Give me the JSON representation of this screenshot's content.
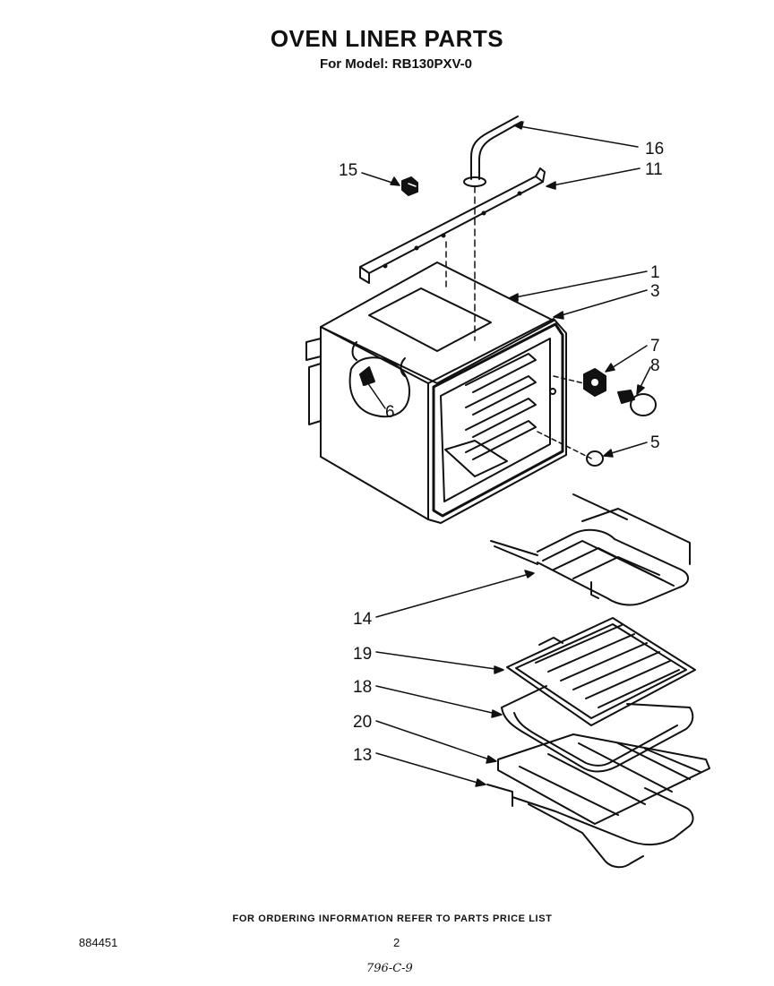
{
  "header": {
    "title": "OVEN LINER PARTS",
    "model_line": "For Model: RB130PXV-0"
  },
  "part_labels": {
    "p16": "16",
    "p15": "15",
    "p11": "11",
    "p1": "1",
    "p3": "3",
    "p7": "7",
    "p8": "8",
    "p6": "6",
    "p5": "5",
    "p14": "14",
    "p19": "19",
    "p18": "18",
    "p20": "20",
    "p13": "13"
  },
  "footer": {
    "ordering_note": "FOR ORDERING INFORMATION REFER TO PARTS PRICE LIST",
    "doc_number": "884451",
    "page_number": "2",
    "handwritten_note": "796-C-9"
  }
}
